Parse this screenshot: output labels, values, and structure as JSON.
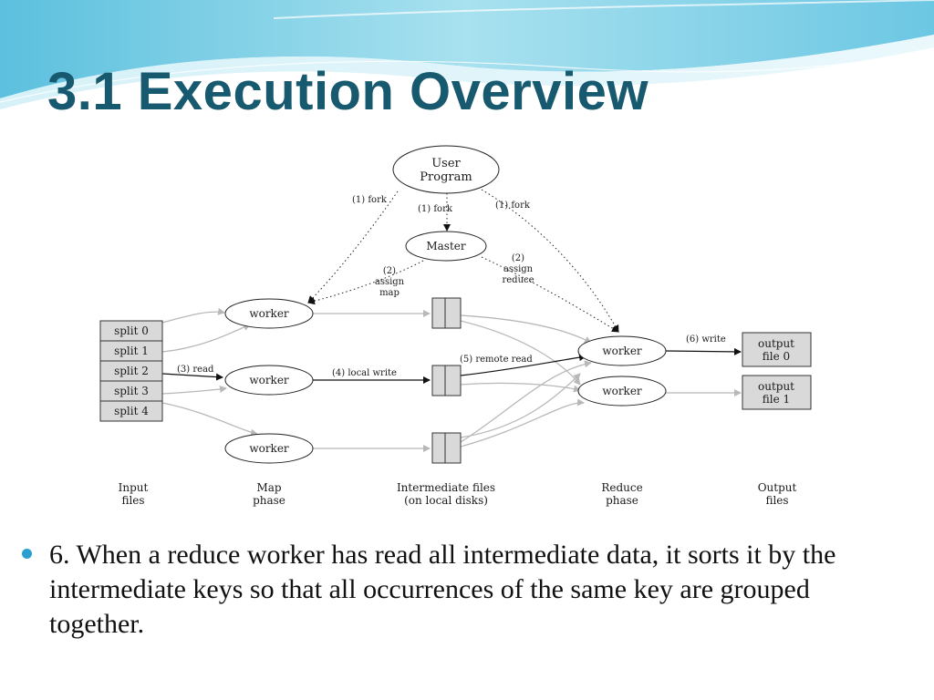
{
  "slide": {
    "title": "3.1 Execution Overview",
    "bullet": "6. When a reduce worker has read all intermediate data, it sorts it by the intermediate keys so that all occurrences of the same key are grouped together."
  },
  "diagram": {
    "user_program": [
      "User",
      "Program"
    ],
    "master": "Master",
    "fork_labels": [
      "(1) fork",
      "(1) fork",
      "(1) fork"
    ],
    "assign_map": [
      "(2)",
      "assign",
      "map"
    ],
    "assign_reduce": [
      "(2)",
      "assign",
      "reduce"
    ],
    "splits": [
      "split 0",
      "split 1",
      "split 2",
      "split 3",
      "split 4"
    ],
    "map_workers": [
      "worker",
      "worker",
      "worker"
    ],
    "reduce_workers": [
      "worker",
      "worker"
    ],
    "output_files": [
      [
        "output",
        "file 0"
      ],
      [
        "output",
        "file 1"
      ]
    ],
    "edge_labels": {
      "read": "(3) read",
      "local_write": "(4) local write",
      "remote_read": "(5) remote read",
      "write": "(6) write"
    },
    "phase_labels": [
      [
        "Input",
        "files"
      ],
      [
        "Map",
        "phase"
      ],
      [
        "Intermediate files",
        "(on local disks)"
      ],
      [
        "Reduce",
        "phase"
      ],
      [
        "Output",
        "files"
      ]
    ]
  },
  "colors": {
    "title": "#17596f",
    "bullet": "#2a9fd0",
    "wave_light": "#a7e0ef",
    "wave_dark": "#4fb6d8"
  }
}
